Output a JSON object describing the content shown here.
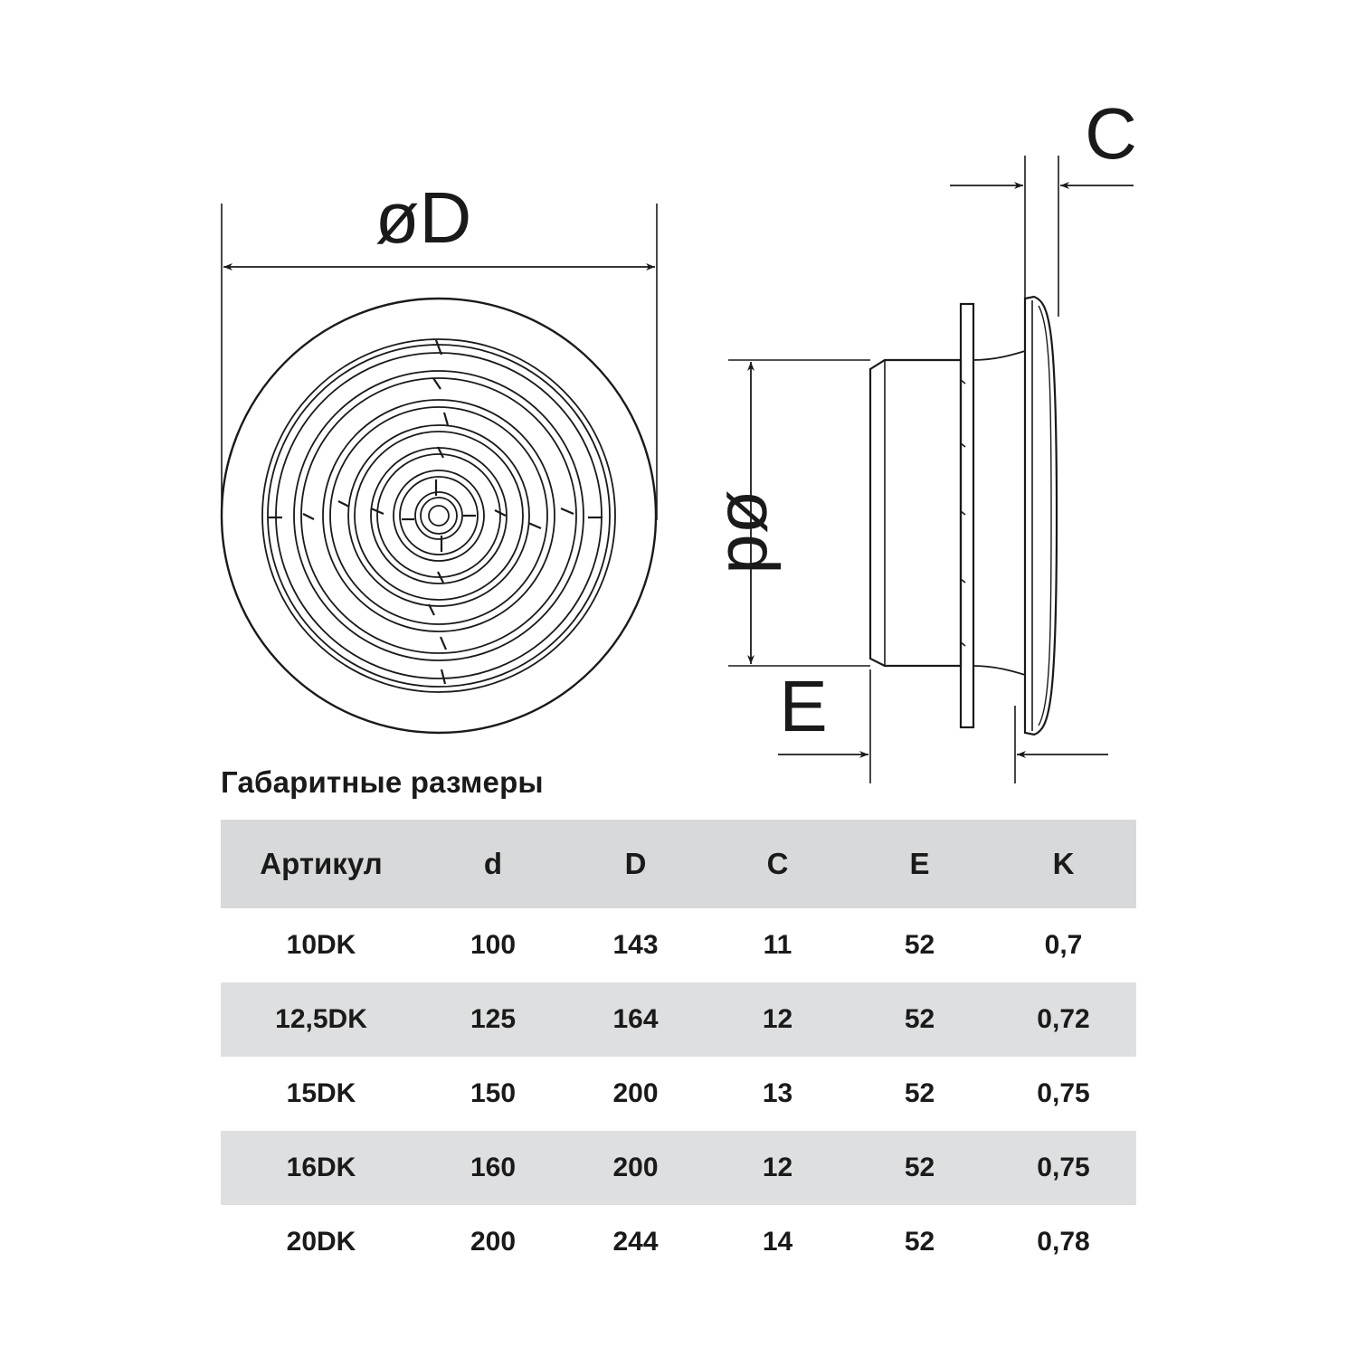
{
  "drawing": {
    "labels": {
      "outer_diameter": "øD",
      "inner_diameter": "ød",
      "flange_thickness": "C",
      "depth": "E"
    },
    "line_color": "#1a1a1a"
  },
  "table": {
    "title": "Габаритные размеры",
    "headers": [
      "Артикул",
      "d",
      "D",
      "C",
      "E",
      "K"
    ],
    "rows": [
      [
        "10DK",
        "100",
        "143",
        "11",
        "52",
        "0,7"
      ],
      [
        "12,5DK",
        "125",
        "164",
        "12",
        "52",
        "0,72"
      ],
      [
        "15DK",
        "150",
        "200",
        "13",
        "52",
        "0,75"
      ],
      [
        "16DK",
        "160",
        "200",
        "12",
        "52",
        "0,75"
      ],
      [
        "20DK",
        "200",
        "244",
        "14",
        "52",
        "0,78"
      ]
    ],
    "header_bg": "#d8d9da",
    "stripe_bg": "#dedfe0"
  }
}
